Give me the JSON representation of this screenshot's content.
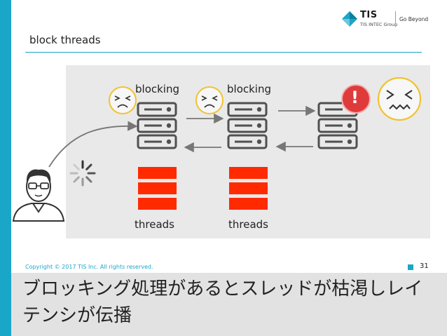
{
  "header": {
    "logo_name": "TIS",
    "logo_subtitle": "TIS INTEC Group",
    "tagline": "Go Beyond"
  },
  "slide": {
    "title": "block threads"
  },
  "diagram": {
    "label_blocking_1": "blocking",
    "label_blocking_2": "blocking",
    "label_threads_1": "threads",
    "label_threads_2": "threads",
    "alert_symbol": "!"
  },
  "footer": {
    "copyright": "Copyright © 2017 TIS Inc. All rights reserved.",
    "page_number": "31"
  },
  "headline": {
    "text": "ブロッキング処理があるとスレッドが枯渇しレイテンシが伝播"
  },
  "colors": {
    "accent": "#1aa6c8",
    "thread_red": "#ff2a00",
    "alert_red": "#e03b3b",
    "face_yellow": "#f2c230",
    "server_dark": "#505050"
  }
}
